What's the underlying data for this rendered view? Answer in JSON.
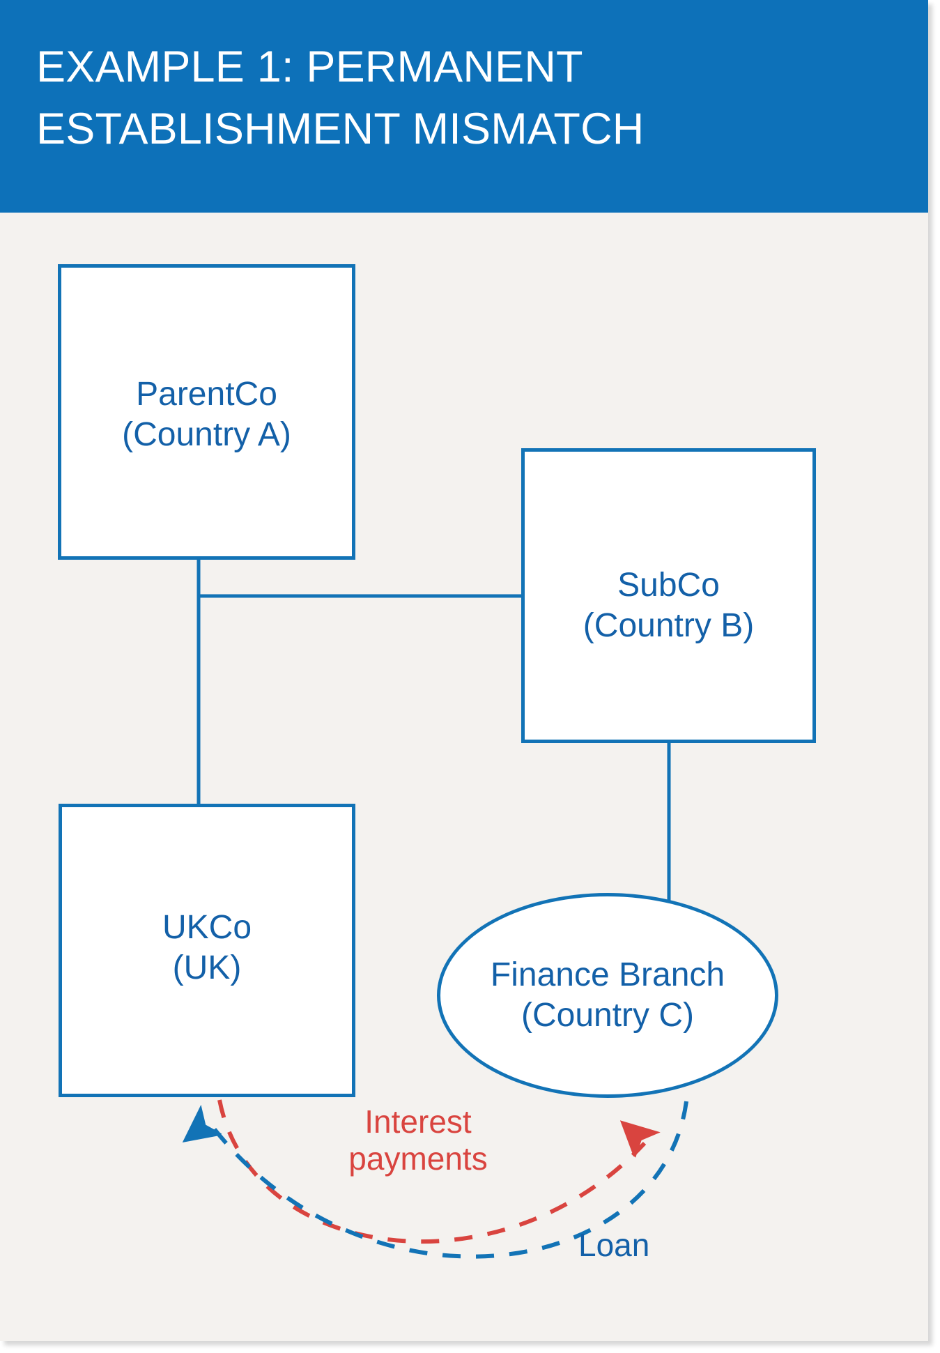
{
  "header": {
    "title": "EXAMPLE 1: PERMANENT\nESTABLISHMENT MISMATCH",
    "background_color": "#0D71B9",
    "text_color": "#FFFFFF"
  },
  "page": {
    "background_color": "#F4F2EF",
    "accent_color": "#1273B6",
    "label_color": "#1360A8",
    "interest_color": "#D9443F"
  },
  "diagram": {
    "type": "org-structure",
    "nodes": [
      {
        "id": "parentco",
        "shape": "rectangle",
        "label": "ParentCo\n(Country A)",
        "name": "ParentCo",
        "jurisdiction": "Country A"
      },
      {
        "id": "subco",
        "shape": "rectangle",
        "label": "SubCo\n(Country B)",
        "name": "SubCo",
        "jurisdiction": "Country B"
      },
      {
        "id": "ukco",
        "shape": "rectangle",
        "label": "UKCo\n(UK)",
        "name": "UKCo",
        "jurisdiction": "UK"
      },
      {
        "id": "finance-branch",
        "shape": "ellipse",
        "label": "Finance Branch\n(Country C)",
        "name": "Finance Branch",
        "jurisdiction": "Country C"
      }
    ],
    "connectors": [
      {
        "id": "parentco-subco",
        "from": "parentco",
        "to": "subco",
        "style": "solid",
        "color": "#1273B6",
        "label": ""
      },
      {
        "id": "parentco-ukco",
        "from": "parentco",
        "to": "ukco",
        "style": "solid",
        "color": "#1273B6",
        "label": ""
      },
      {
        "id": "subco-finance",
        "from": "subco",
        "to": "finance-branch",
        "style": "solid",
        "color": "#1273B6",
        "label": ""
      },
      {
        "id": "interest-payments",
        "from": "ukco",
        "to": "finance-branch",
        "style": "dashed",
        "color": "#D9443F",
        "label": "Interest\npayments",
        "arrow": "to-finance-branch"
      },
      {
        "id": "loan",
        "from": "finance-branch",
        "to": "ukco",
        "style": "dashed",
        "color": "#1273B6",
        "label": "Loan",
        "arrow": "to-ukco"
      }
    ]
  }
}
